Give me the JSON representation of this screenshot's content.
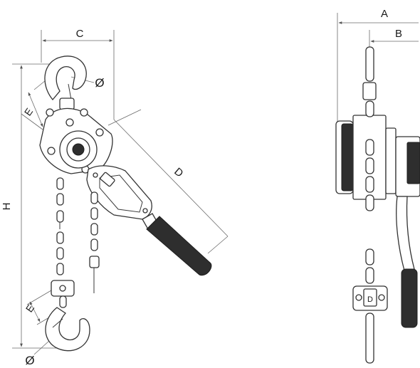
{
  "labels": {
    "A": "A",
    "B": "B",
    "C": "C",
    "D": "D",
    "D_small": "D",
    "E_top": "E",
    "E_bottom": "E",
    "H": "H",
    "diameter_top": "Ø",
    "diameter_bottom": "Ø"
  },
  "colors": {
    "ink": "#333333",
    "dark": "#2e2e2e",
    "dimension_line": "#6a6a6a"
  }
}
